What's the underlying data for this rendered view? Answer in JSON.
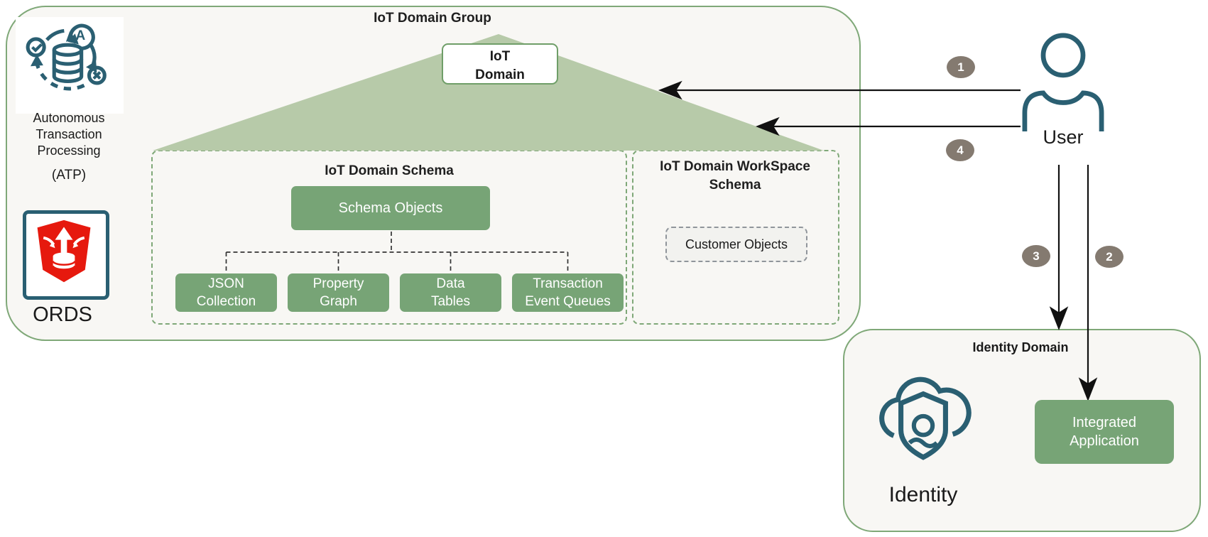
{
  "colors": {
    "accent_green": "#77a476",
    "border_green": "#7fa878",
    "panel_bg": "#f8f7f4",
    "triangle_green": "#b7caa9",
    "badge_gray": "#847a70",
    "icon_teal": "#2a5f72",
    "ords_red": "#e6190e"
  },
  "iot_domain_group": {
    "title": "IoT Domain Group",
    "atp": {
      "line1": "Autonomous",
      "line2": "Transaction",
      "line3": "Processing",
      "abbr": "(ATP)"
    },
    "ords": {
      "label": "ORDS"
    },
    "iot_domain": {
      "line1": "IoT",
      "line2": "Domain"
    },
    "schema": {
      "title": "IoT Domain Schema",
      "root": "Schema Objects",
      "children": [
        {
          "line1": "JSON",
          "line2": "Collection"
        },
        {
          "line1": "Property",
          "line2": "Graph"
        },
        {
          "line1": "Data",
          "line2": "Tables"
        },
        {
          "line1": "Transaction",
          "line2": "Event Queues"
        }
      ]
    },
    "workspace": {
      "title_line1": "IoT Domain WorkSpace",
      "title_line2": "Schema",
      "object": "Customer Objects"
    }
  },
  "user": {
    "label": "User"
  },
  "identity_domain": {
    "title": "Identity Domain",
    "identity_label": "Identity",
    "app_line1": "Integrated",
    "app_line2": "Application"
  },
  "badges": {
    "step1": "1",
    "step2": "2",
    "step3": "3",
    "step4": "4"
  }
}
